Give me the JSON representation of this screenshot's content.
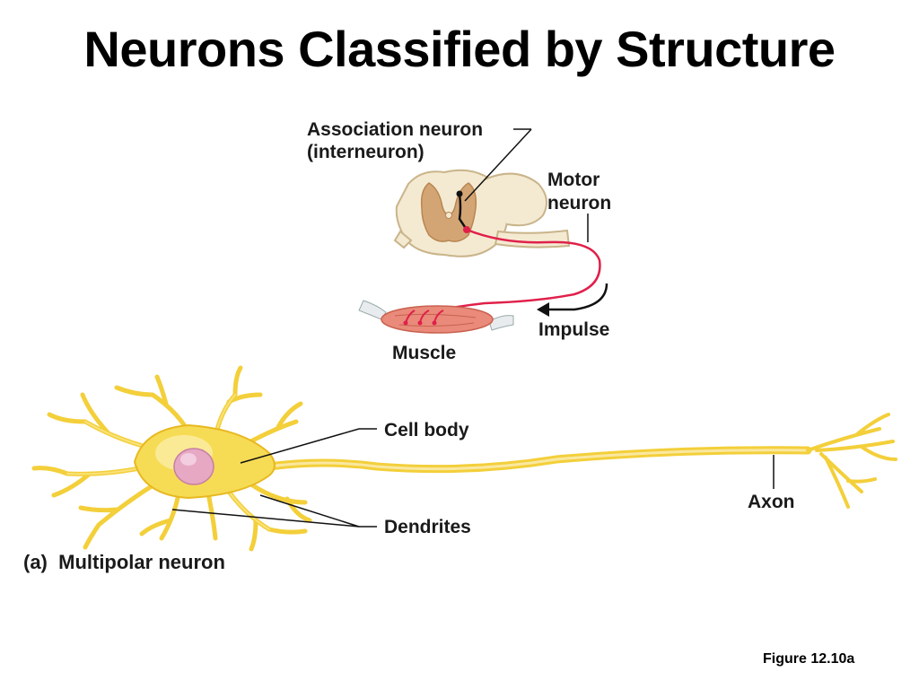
{
  "slide": {
    "title": "Neurons Classified by Structure",
    "figure_ref": "Figure 12.10a"
  },
  "reflex_panel": {
    "association_neuron_line1": "Association neuron",
    "association_neuron_line2": "(interneuron)",
    "motor_neuron_line1": "Motor",
    "motor_neuron_line2": "neuron",
    "impulse": "Impulse",
    "muscle": "Muscle"
  },
  "multipolar_panel": {
    "cell_body": "Cell body",
    "dendrites": "Dendrites",
    "axon": "Axon",
    "caption": "(a)  Multipolar neuron"
  },
  "colors": {
    "neuron_fill": "#f6dc55",
    "neuron_edge": "#e8b820",
    "nucleus": "#e7a8c4",
    "spinal_cord": "#f4ead2",
    "gray_matter": "#d4a574",
    "motor_axon": "#e0204a",
    "muscle": "#e98a7a"
  }
}
